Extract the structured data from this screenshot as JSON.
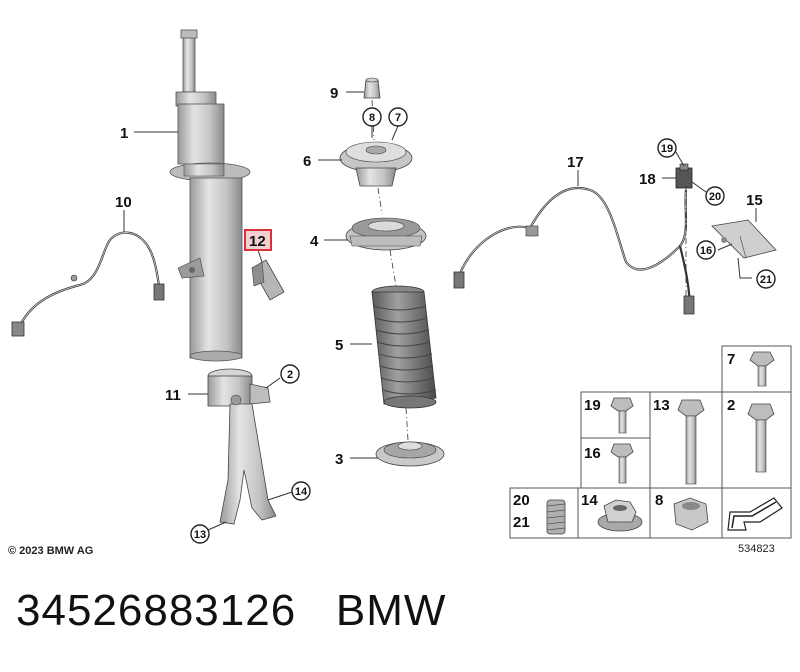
{
  "callouts": {
    "c1": "1",
    "c2": "2",
    "c3": "3",
    "c4": "4",
    "c5": "5",
    "c6": "6",
    "c7": "7",
    "c8": "8",
    "c9": "9",
    "c10": "10",
    "c11": "11",
    "c12": "12",
    "c13": "13",
    "c14": "14",
    "c15": "15",
    "c16": "16",
    "c17": "17",
    "c18": "18",
    "c19": "19",
    "c20": "20",
    "c21": "21"
  },
  "table": {
    "t7": "7",
    "t19": "19",
    "t13": "13",
    "t2": "2",
    "t16": "16",
    "t20": "20",
    "t21": "21",
    "t14": "14",
    "t8": "8"
  },
  "copyright": "© 2023 BMW AG",
  "diagram_number": "534823",
  "footer": {
    "part_number": "34526883126",
    "brand": "BMW"
  },
  "colors": {
    "highlight": "#d9323a",
    "part_fill": "#c8c8c8",
    "line": "#222222"
  }
}
